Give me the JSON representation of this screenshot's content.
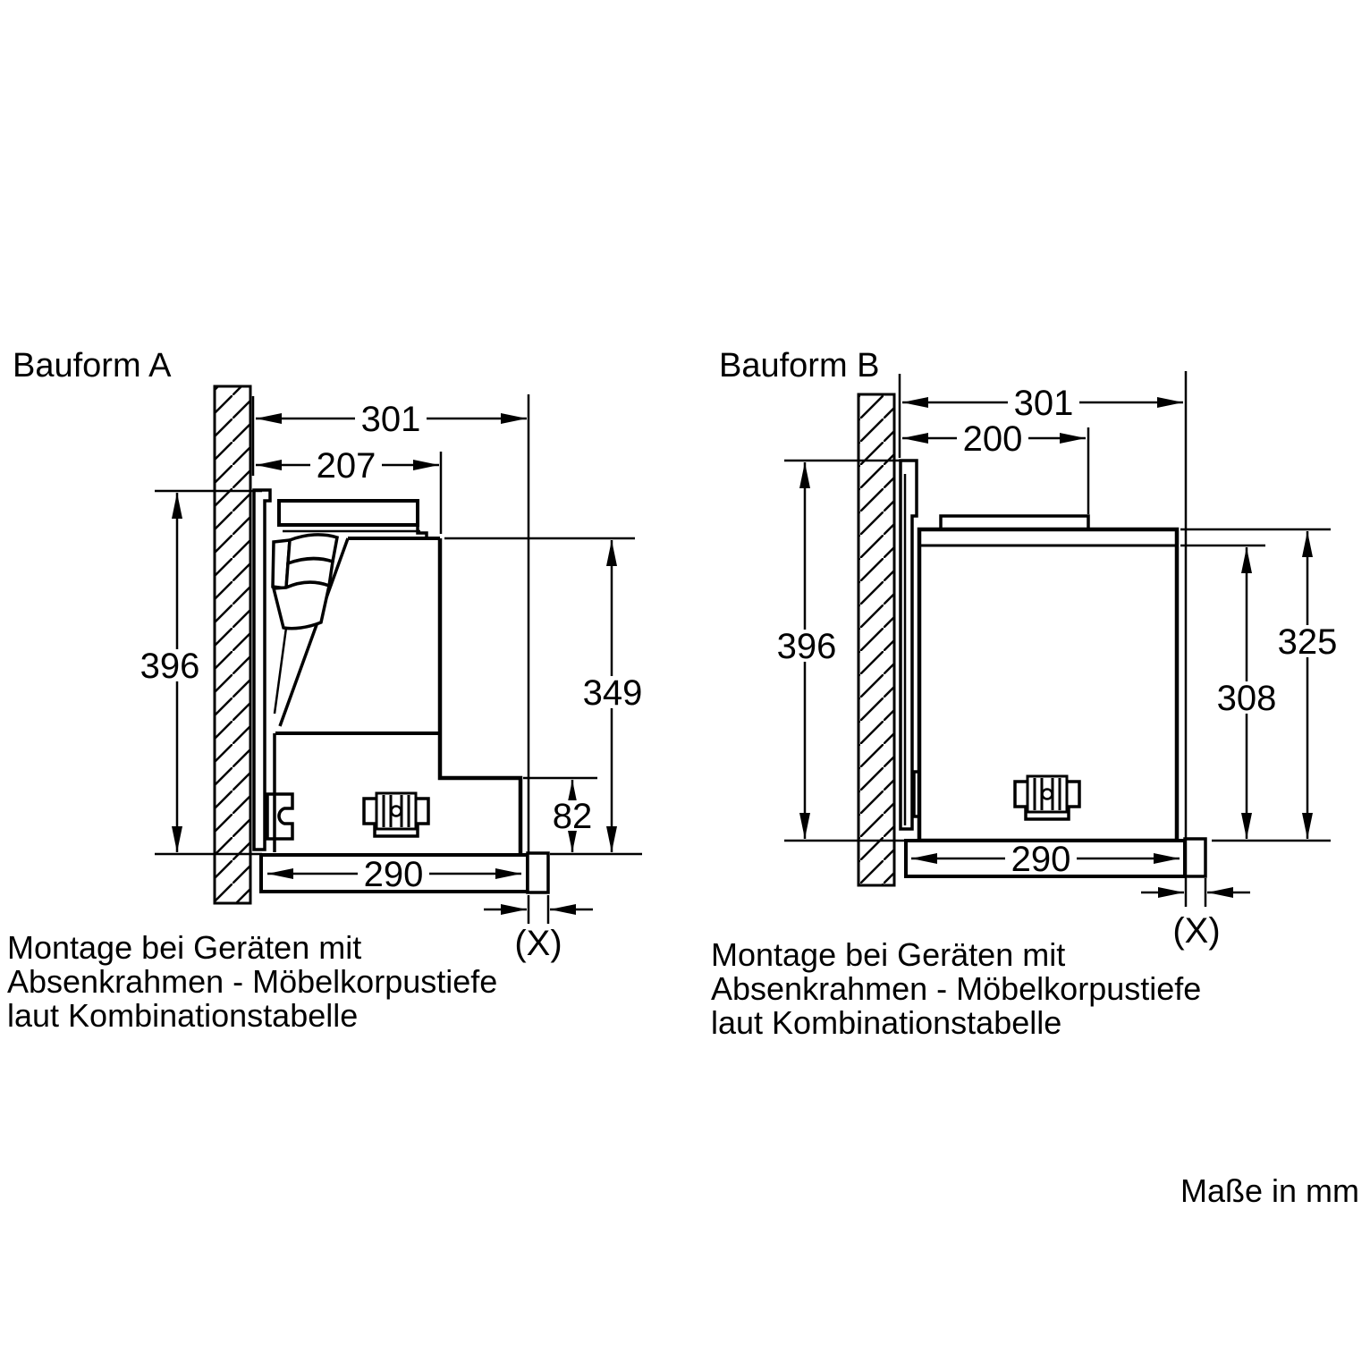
{
  "footer": {
    "units_label": "Maße in mm"
  },
  "caption": {
    "line1": "Montage bei Geräten mit",
    "line2": "Absenkrahmen - Möbelkorpustiefe",
    "line3": "laut Kombinationstabelle"
  },
  "bauform_a": {
    "title": "Bauform A",
    "dims": {
      "top_depth": "301",
      "duct_depth": "207",
      "height_total": "396",
      "height_body": "349",
      "height_step": "82",
      "bottom_depth": "290",
      "front_offset": "(X)"
    }
  },
  "bauform_b": {
    "title": "Bauform B",
    "dims": {
      "top_depth": "301",
      "cover_depth": "200",
      "height_total": "396",
      "height_outer": "325",
      "height_inner": "308",
      "bottom_depth": "290",
      "front_offset": "(X)"
    }
  }
}
